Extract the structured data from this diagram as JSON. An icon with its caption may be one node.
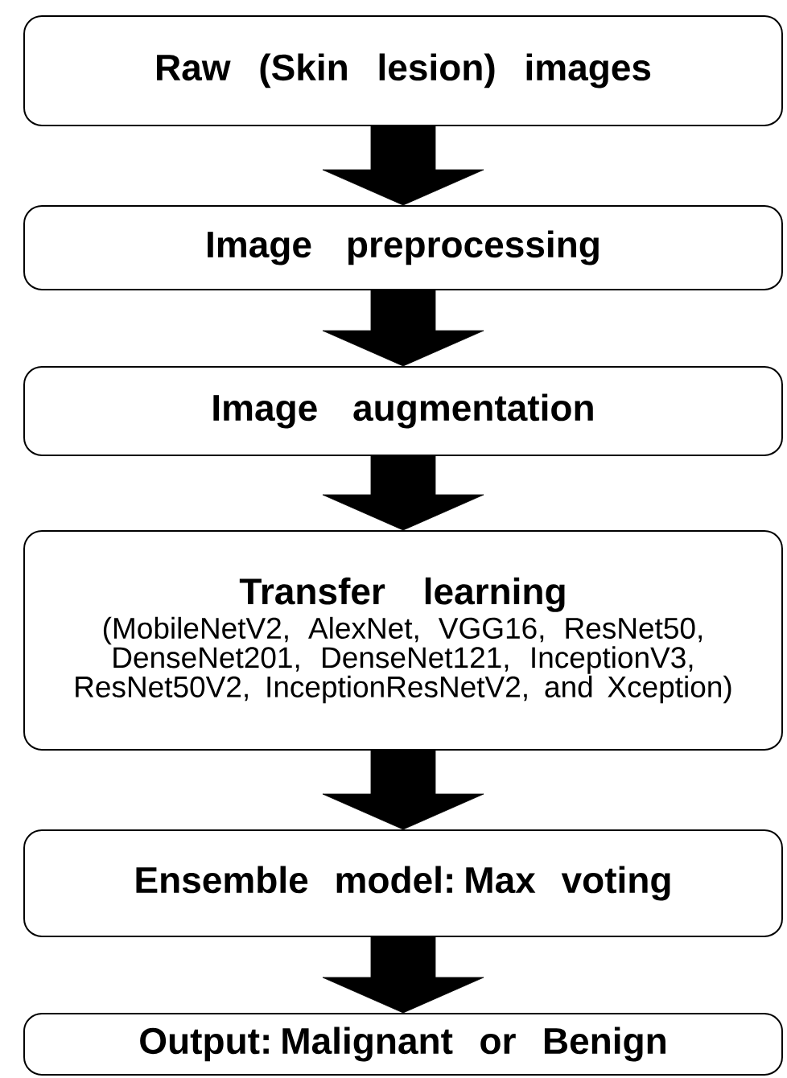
{
  "diagram": {
    "nodes": [
      {
        "text": [
          "Raw (Skin lesion) images"
        ]
      },
      {
        "text": [
          "Image preprocessing"
        ]
      },
      {
        "text": [
          "Image augmentation"
        ]
      },
      {
        "text": [
          "Transfer learning",
          "(MobileNetV2, AlexNet, VGG16, ResNet50, DenseNet201, DenseNet121, InceptionV3, ResNet50V2, InceptionResNetV2, and Xception)"
        ]
      },
      {
        "text": [
          "Ensemble model: Max voting"
        ]
      },
      {
        "text": [
          "Output: Malignant or Benign"
        ]
      }
    ],
    "edges": [
      {
        "from": 0,
        "to": 1,
        "arrow": "to"
      },
      {
        "from": 1,
        "to": 2,
        "arrow": "to"
      },
      {
        "from": 2,
        "to": 3,
        "arrow": "to"
      },
      {
        "from": 3,
        "to": 4,
        "arrow": "to"
      },
      {
        "from": 4,
        "to": 5,
        "arrow": "to"
      }
    ]
  }
}
